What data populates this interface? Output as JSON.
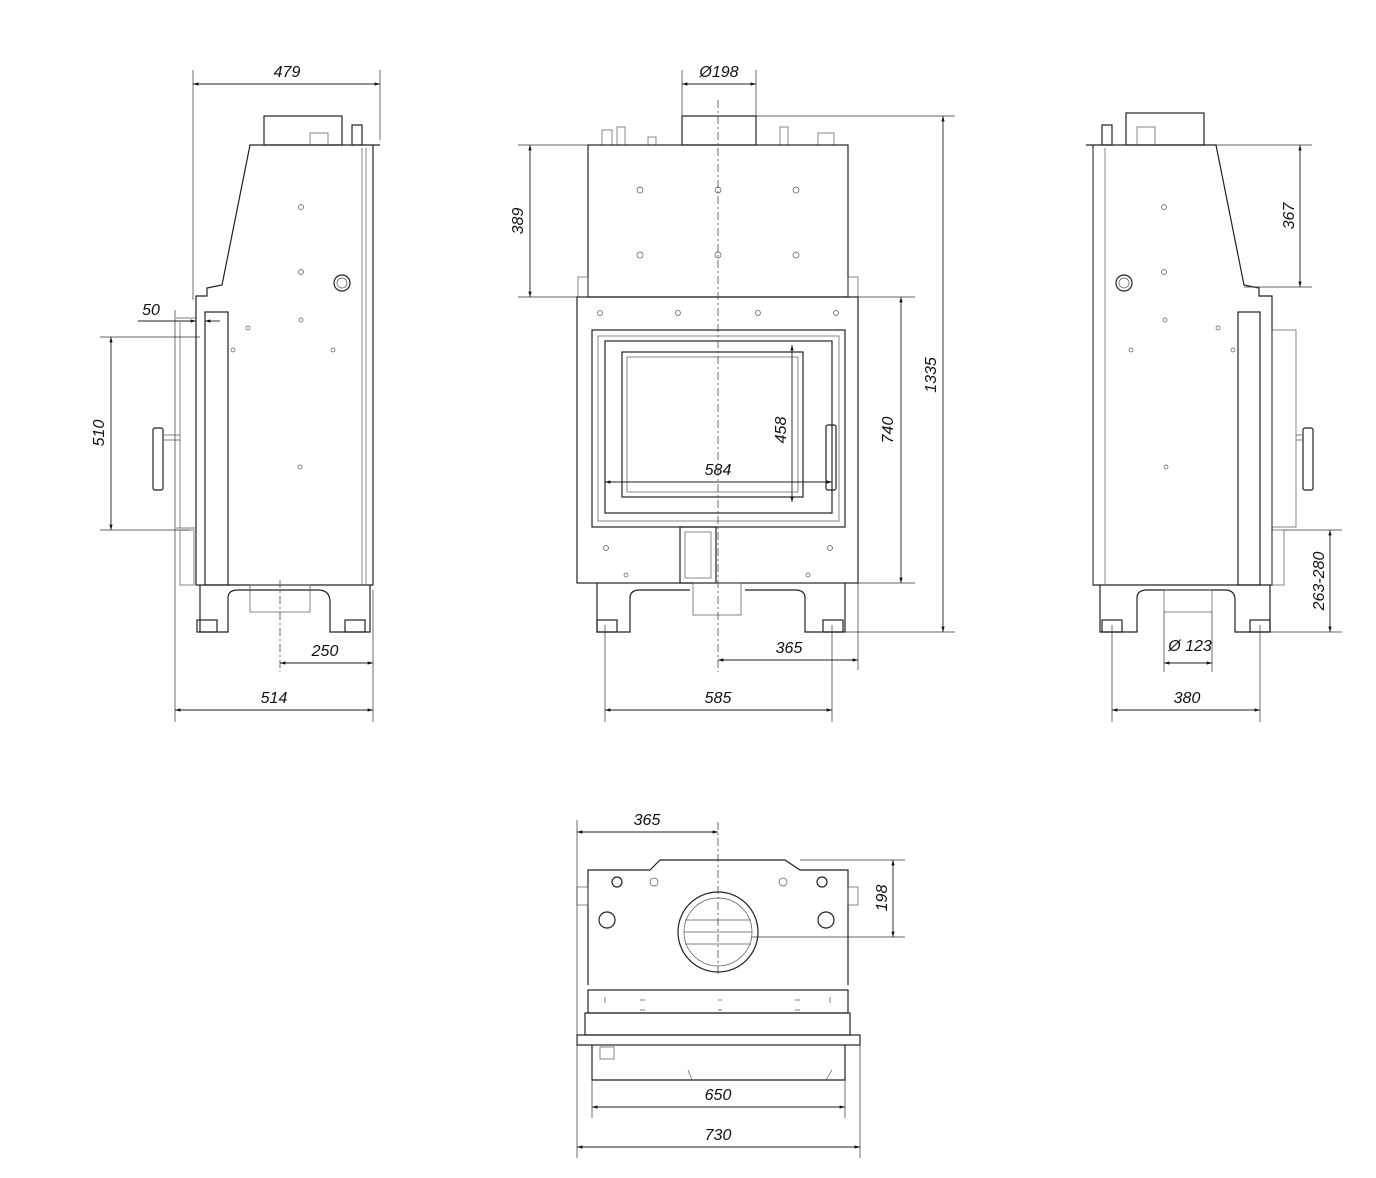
{
  "drawing": {
    "views": [
      "left-side-view",
      "front-view",
      "right-side-view",
      "top-view"
    ],
    "left_view": {
      "width_top": "479",
      "door_offset": "50",
      "door_height": "510",
      "flue_offset": "250",
      "depth": "514"
    },
    "front_view": {
      "flue_diameter": "Ø198",
      "top_height": "389",
      "glass_height": "458",
      "glass_width": "584",
      "body_height": "740",
      "total_height": "1335",
      "flue_offset": "365",
      "leg_span": "585"
    },
    "right_view": {
      "top_height": "367",
      "inlet_height": "263-280",
      "pipe_diameter": "Ø 123",
      "leg_span": "380"
    },
    "top_view": {
      "flue_offset": "365",
      "flue_depth": "198",
      "inner_width": "650",
      "total_width": "730"
    }
  }
}
